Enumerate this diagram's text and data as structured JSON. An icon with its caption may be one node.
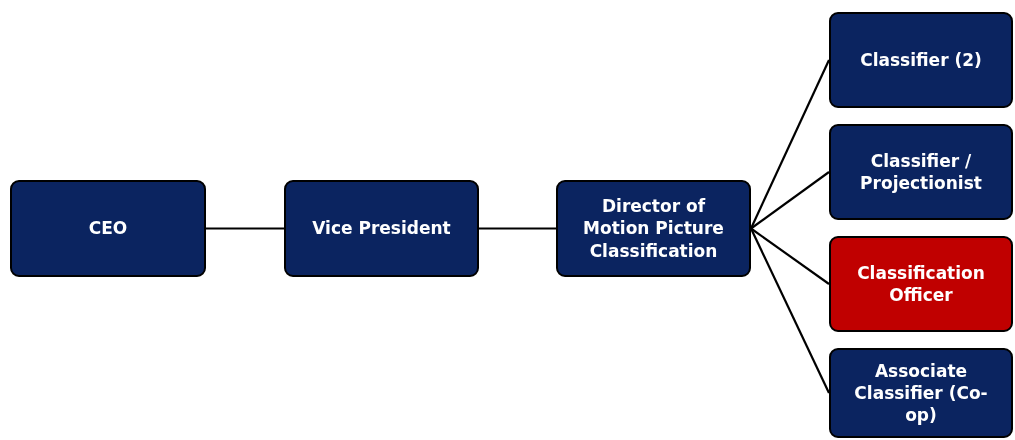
{
  "diagram": {
    "nodes": [
      {
        "text": [
          "CEO"
        ]
      },
      {
        "text": [
          "Vice President"
        ]
      },
      {
        "text": [
          "Director of Motion Picture Classification"
        ]
      },
      {
        "text": [
          "Classifier (2)"
        ]
      },
      {
        "text": [
          "Classifier / Projectionist"
        ]
      },
      {
        "text": [
          "Classification Officer"
        ]
      },
      {
        "text": [
          "Associate Classifier (Co-op)"
        ]
      }
    ],
    "edges": [
      {
        "from": 0,
        "to": 1,
        "arrow": "none"
      },
      {
        "from": 1,
        "to": 2,
        "arrow": "none"
      },
      {
        "from": 2,
        "to": 3,
        "arrow": "none"
      },
      {
        "from": 2,
        "to": 4,
        "arrow": "none"
      },
      {
        "from": 2,
        "to": 5,
        "arrow": "none"
      },
      {
        "from": 2,
        "to": 6,
        "arrow": "none"
      }
    ]
  }
}
